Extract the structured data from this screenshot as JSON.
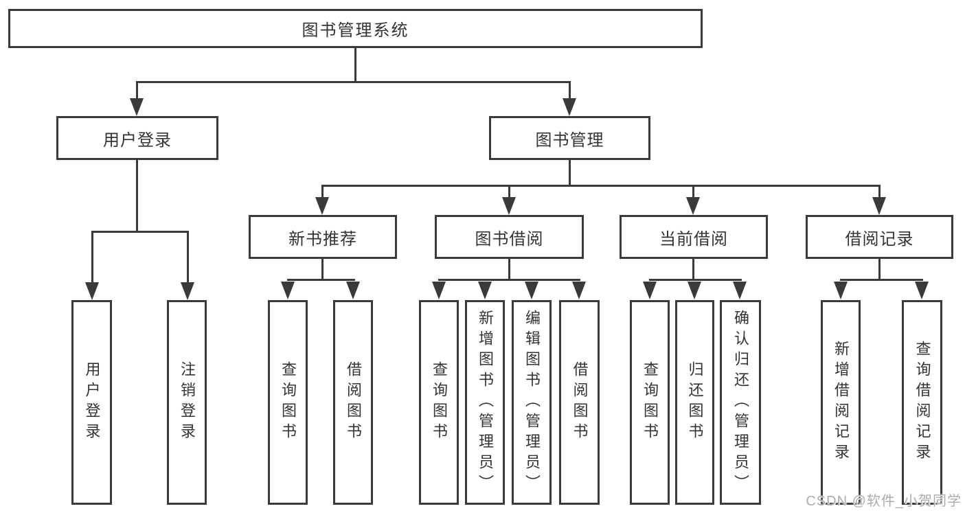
{
  "diagram": {
    "root": {
      "label": "图书管理系统"
    },
    "branches": [
      {
        "label": "用户登录"
      },
      {
        "label": "图书管理"
      }
    ],
    "modules": [
      {
        "label": "新书推荐"
      },
      {
        "label": "图书借阅"
      },
      {
        "label": "当前借阅"
      },
      {
        "label": "借阅记录"
      }
    ],
    "leaves": [
      {
        "label": "用户登录"
      },
      {
        "label": "注销登录"
      },
      {
        "label": "查询图书"
      },
      {
        "label": "借阅图书"
      },
      {
        "label": "查询图书"
      },
      {
        "label": "新增图书（管理员）"
      },
      {
        "label": "编辑图书（管理员）"
      },
      {
        "label": "借阅图书"
      },
      {
        "label": "查询图书"
      },
      {
        "label": "归还图书"
      },
      {
        "label": "确认归还（管理员）"
      },
      {
        "label": "新增借阅记录"
      },
      {
        "label": "查询借阅记录"
      }
    ]
  },
  "watermark": {
    "text": "CSDN @软件_小贺同学"
  },
  "colors": {
    "line": "#3a3a3a",
    "text": "#333333",
    "watermark": "#ababab",
    "background": "#ffffff"
  }
}
